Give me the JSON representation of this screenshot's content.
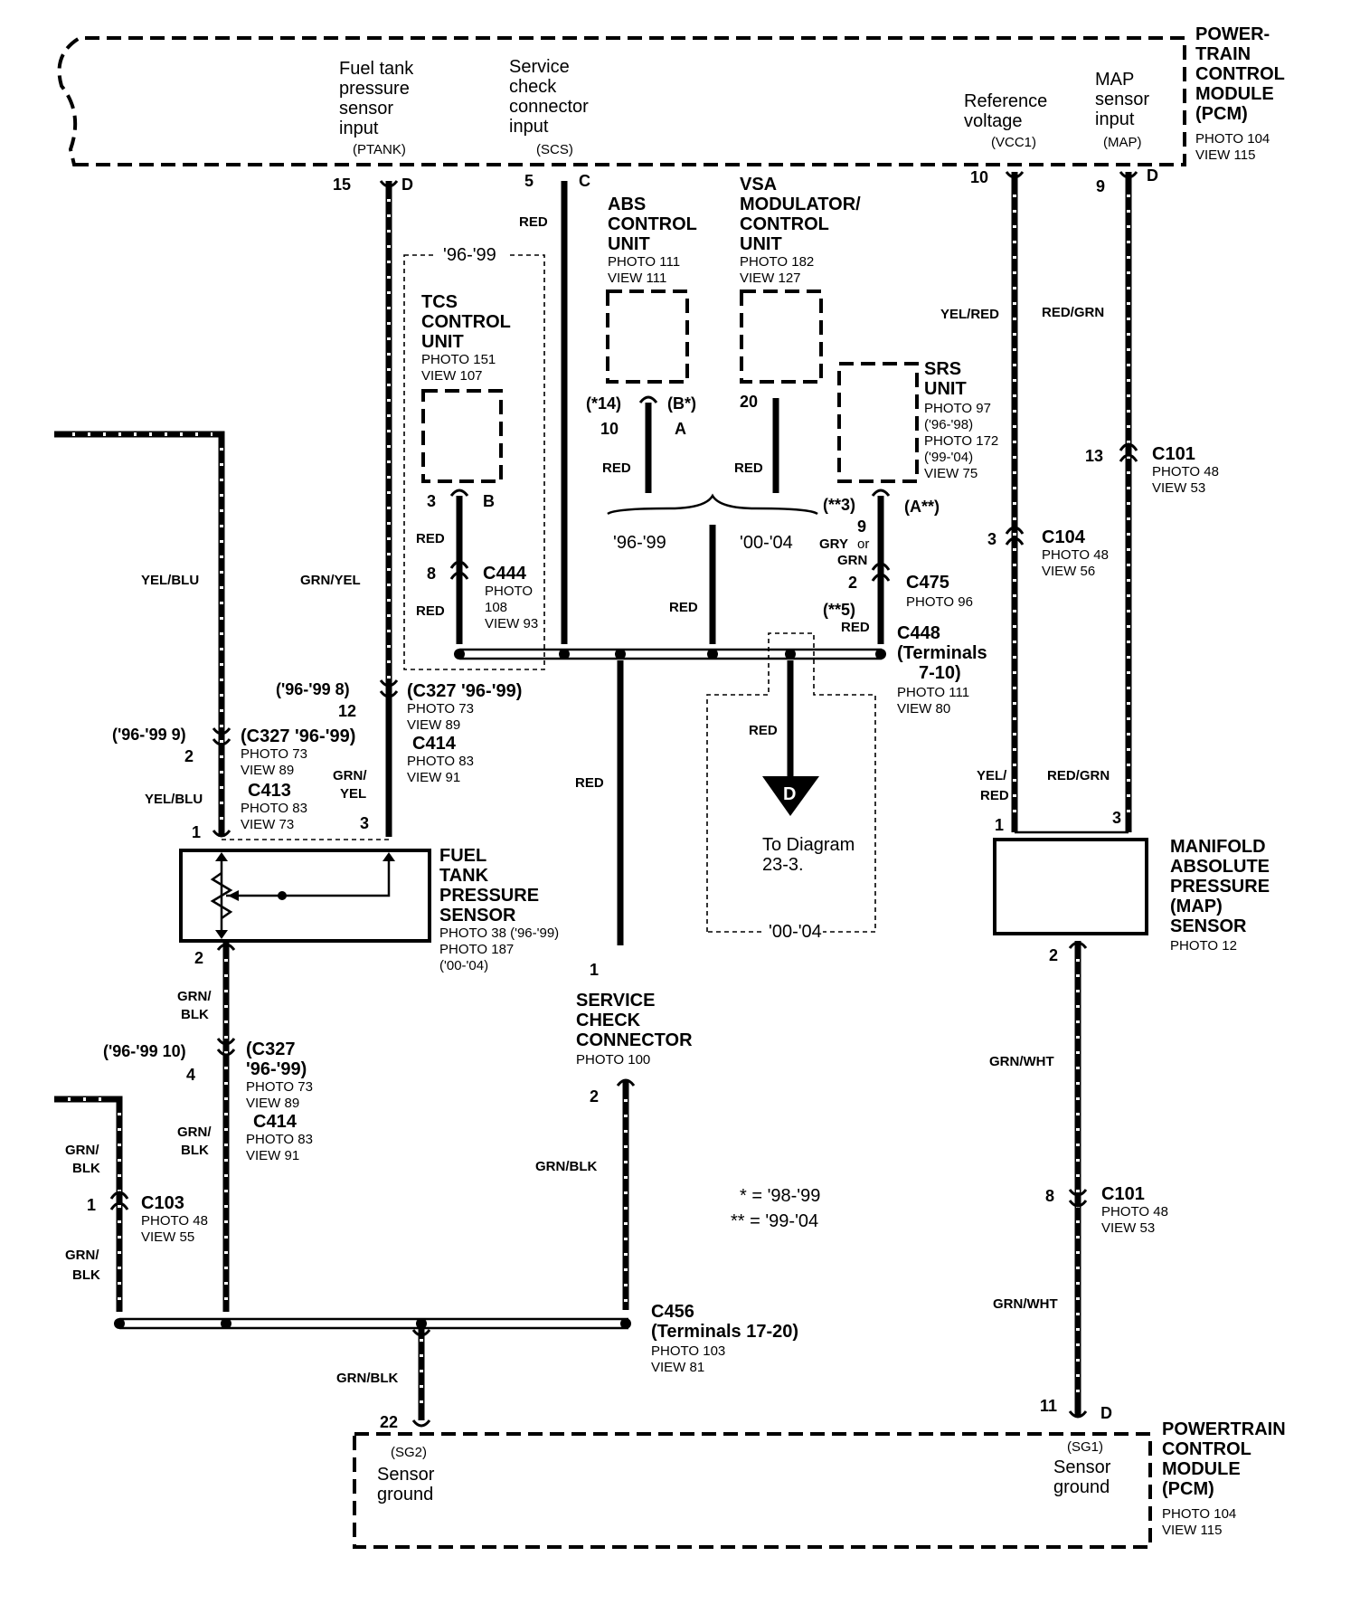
{
  "pcm_top": {
    "name": [
      "POWER-",
      "TRAIN",
      "CONTROL",
      "MODULE",
      "(PCM)"
    ],
    "photo": "PHOTO 104",
    "view": "VIEW 115",
    "inputs": {
      "ptank": [
        "Fuel tank",
        "pressure",
        "sensor",
        "input"
      ],
      "ptank_code": "(PTANK)",
      "scs": [
        "Service",
        "check",
        "connector",
        "input"
      ],
      "scs_code": "(SCS)",
      "vcc1": [
        "Reference",
        "voltage"
      ],
      "vcc1_code": "(VCC1)",
      "map": [
        "MAP",
        "sensor",
        "input"
      ],
      "map_code": "(MAP)"
    },
    "pins": {
      "p15": "15",
      "d1": "D",
      "p5": "5",
      "c": "C",
      "p10": "10",
      "p9": "9",
      "d2": "D"
    }
  },
  "pcm_bottom": {
    "name": [
      "POWERTRAIN",
      "CONTROL",
      "MODULE",
      "(PCM)"
    ],
    "photo": "PHOTO 104",
    "view": "VIEW 115",
    "sg2_code": "(SG2)",
    "sg2": [
      "Sensor",
      "ground"
    ],
    "sg1_code": "(SG1)",
    "sg1": [
      "Sensor",
      "ground"
    ],
    "pins": {
      "p22": "22",
      "p11": "11",
      "d": "D"
    }
  },
  "tcs": {
    "years": "'96-'99",
    "name": [
      "TCS",
      "CONTROL",
      "UNIT"
    ],
    "photo": "PHOTO 151",
    "view": "VIEW 107",
    "pin3": "3",
    "pinB": "B"
  },
  "abs": {
    "name": [
      "ABS",
      "CONTROL",
      "UNIT"
    ],
    "photo": "PHOTO 111",
    "view": "VIEW 111",
    "pin14": "(*14)",
    "pin10": "10",
    "pinB": "(B*)",
    "pinA": "A"
  },
  "vsa": {
    "name": [
      "VSA",
      "MODULATOR/",
      "CONTROL",
      "UNIT"
    ],
    "photo": "PHOTO 182",
    "view": "VIEW 127",
    "pin20": "20"
  },
  "srs": {
    "name": [
      "SRS",
      "UNIT"
    ],
    "photos": [
      "PHOTO 97",
      "('96-'98)",
      "PHOTO 172",
      "('99-'04)",
      "VIEW 75"
    ],
    "pin3": "(**3)",
    "pinA": "(A**)",
    "pin9": "9"
  },
  "fuel_sensor": {
    "name": [
      "FUEL",
      "TANK",
      "PRESSURE",
      "SENSOR"
    ],
    "photos": [
      "PHOTO 38 ('96-'99)",
      "PHOTO 187",
      "('00-'04)"
    ],
    "pin1": "1",
    "pin2": "2",
    "pin3": "3"
  },
  "map_sensor": {
    "name": [
      "MANIFOLD",
      "ABSOLUTE",
      "PRESSURE",
      "(MAP)",
      "SENSOR"
    ],
    "photo": "PHOTO 12",
    "pin1": "1",
    "pin2": "2",
    "pin3": "3"
  },
  "scc": {
    "name": [
      "SERVICE",
      "CHECK",
      "CONNECTOR"
    ],
    "photo": "PHOTO 100",
    "pin1": "1",
    "pin2": "2"
  },
  "connectors": {
    "c444": {
      "name": "C444",
      "photo": [
        "PHOTO",
        "108",
        "VIEW 93"
      ],
      "pin": "8"
    },
    "c475": {
      "name": "C475",
      "photo": "PHOTO 96",
      "pin": "2"
    },
    "c448": {
      "pin": "(**5)",
      "name": "C448",
      "sub": [
        "(Terminals",
        "7-10)"
      ],
      "photo": "PHOTO 111",
      "view": "VIEW 80"
    },
    "c327a": {
      "alt": "('96-'99 8)",
      "pin": "12",
      "name": "(C327 '96-'99)",
      "photo": "PHOTO 73",
      "view": "VIEW 89",
      "name2": "C414",
      "photo2": "PHOTO 83",
      "view2": "VIEW 91"
    },
    "c327b": {
      "alt": "('96-'99 9)",
      "pin": "2",
      "name": "(C327 '96-'99)",
      "photo": "PHOTO 73",
      "view": "VIEW 89",
      "name2": "C413",
      "photo2": "PHOTO 83",
      "view2": "VIEW 73"
    },
    "c327c": {
      "alt": "('96-'99 10)",
      "pin": "4",
      "name": [
        "(C327",
        "'96-'99)"
      ],
      "photo": "PHOTO 73",
      "view": "VIEW 89",
      "name2": "C414",
      "photo2": "PHOTO 83",
      "view2": "VIEW 91"
    },
    "c104": {
      "pin": "3",
      "name": "C104",
      "photo": "PHOTO 48",
      "view": "VIEW 56"
    },
    "c101a": {
      "pin": "13",
      "name": "C101",
      "photo": "PHOTO 48",
      "view": "VIEW 53"
    },
    "c101b": {
      "pin": "8",
      "name": "C101",
      "photo": "PHOTO 48",
      "view": "VIEW 53"
    },
    "c103": {
      "pin": "1",
      "name": "C103",
      "photo": "PHOTO 48",
      "view": "VIEW 55"
    },
    "c456": {
      "name": "C456",
      "sub": "(Terminals  17-20)",
      "photo": "PHOTO 103",
      "view": "VIEW 81"
    }
  },
  "wire_colors": {
    "red": "RED",
    "yel_blu": "YEL/BLU",
    "grn_yel": "GRN/YEL",
    "grn_yel_split": [
      "GRN/",
      "YEL"
    ],
    "yel_red": "YEL/RED",
    "yel_red_split": [
      "YEL/",
      "RED"
    ],
    "red_grn": "RED/GRN",
    "grn_blk": "GRN/BLK",
    "grn_blk_split": [
      "GRN/",
      "BLK"
    ],
    "grn_wht": "GRN/WHT",
    "gry_or_grn": [
      "GRY",
      "or",
      "GRN"
    ]
  },
  "years": {
    "y96_99": "'96-'99",
    "y00_04": "'00-'04",
    "y00_04_box": "'00-'04"
  },
  "offpage": {
    "letter": "D",
    "text": [
      "To Diagram",
      "23-3."
    ]
  },
  "notes": {
    "star": "* =  '98-'99",
    "dstar": "** =  '99-'04"
  }
}
